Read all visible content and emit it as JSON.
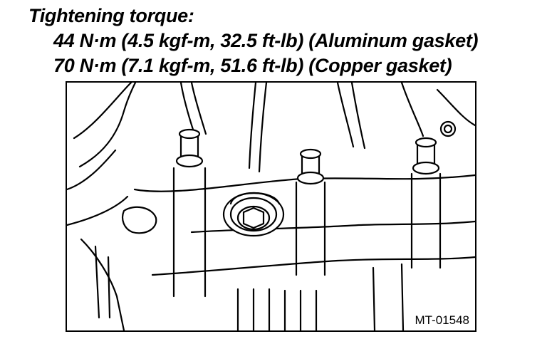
{
  "heading": {
    "title": "Tightening torque:",
    "line_aluminum": "44 N·m (4.5 kgf-m, 32.5 ft-lb) (Aluminum gasket)",
    "line_copper": "70 N·m (7.1 kgf-m, 51.6 ft-lb) (Copper gasket)"
  },
  "figure": {
    "code": "MT-01548"
  }
}
